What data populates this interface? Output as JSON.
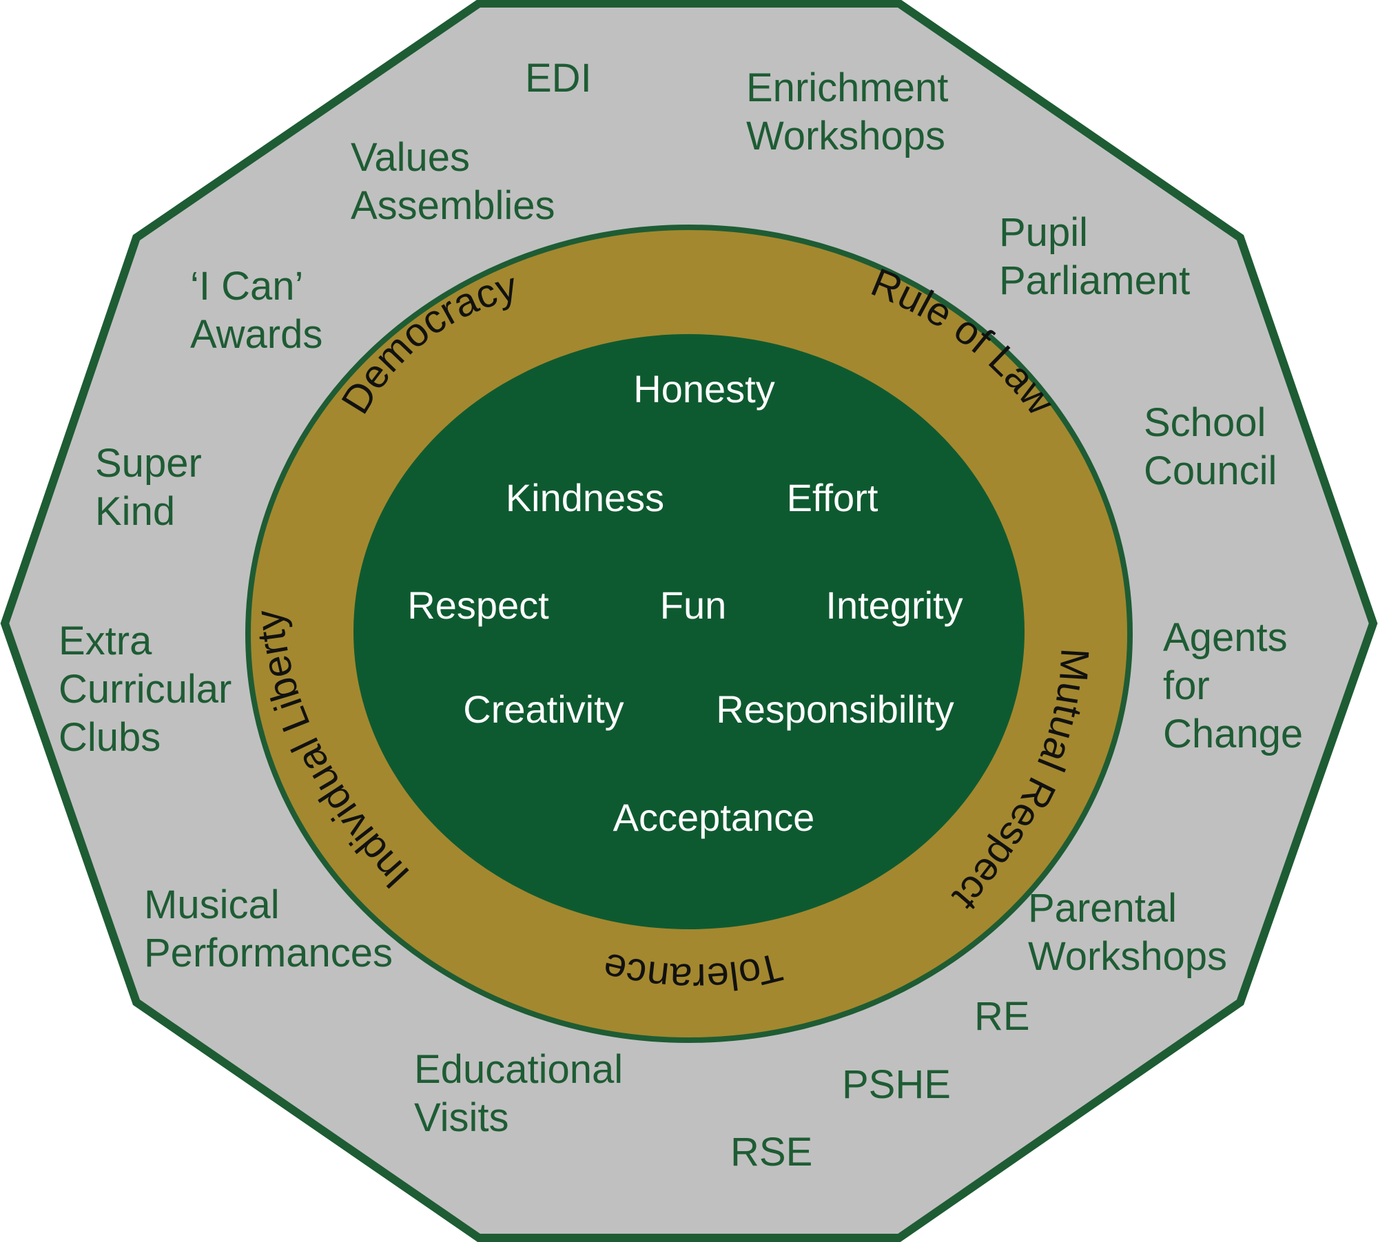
{
  "colors": {
    "outer_fill": "#c0c0c0",
    "outer_stroke": "#1e5c34",
    "ring_fill": "#a3882f",
    "inner_fill": "#0e5a30",
    "outer_text": "#1e5c34",
    "ring_text": "#111111",
    "inner_text": "#ffffff"
  },
  "activities": [
    {
      "lines": [
        "EDI"
      ]
    },
    {
      "lines": [
        "Enrichment",
        "Workshops"
      ]
    },
    {
      "lines": [
        "Values",
        "Assemblies"
      ]
    },
    {
      "lines": [
        "Pupil",
        "Parliament"
      ]
    },
    {
      "lines": [
        "‘I Can’",
        "Awards"
      ]
    },
    {
      "lines": [
        "School",
        "Council"
      ]
    },
    {
      "lines": [
        "Super",
        "Kind"
      ]
    },
    {
      "lines": [
        "Extra",
        "Curricular",
        "Clubs"
      ]
    },
    {
      "lines": [
        "Agents",
        "for",
        "Change"
      ]
    },
    {
      "lines": [
        "Musical",
        "Performances"
      ]
    },
    {
      "lines": [
        "Parental",
        "Workshops"
      ]
    },
    {
      "lines": [
        "RE"
      ]
    },
    {
      "lines": [
        "PSHE"
      ]
    },
    {
      "lines": [
        "Educational",
        "Visits"
      ]
    },
    {
      "lines": [
        "RSE"
      ]
    }
  ],
  "british_values": {
    "democracy": "Democracy",
    "rule_of_law": "Rule of Law",
    "individual_liberty": "Individual Liberty",
    "mutual_respect": "Mutual Respect",
    "tolerance": "Tolerance"
  },
  "school_values": {
    "honesty": "Honesty",
    "kindness": "Kindness",
    "effort": "Effort",
    "respect": "Respect",
    "fun": "Fun",
    "integrity": "Integrity",
    "creativity": "Creativity",
    "responsibility": "Responsibility",
    "acceptance": "Acceptance"
  }
}
